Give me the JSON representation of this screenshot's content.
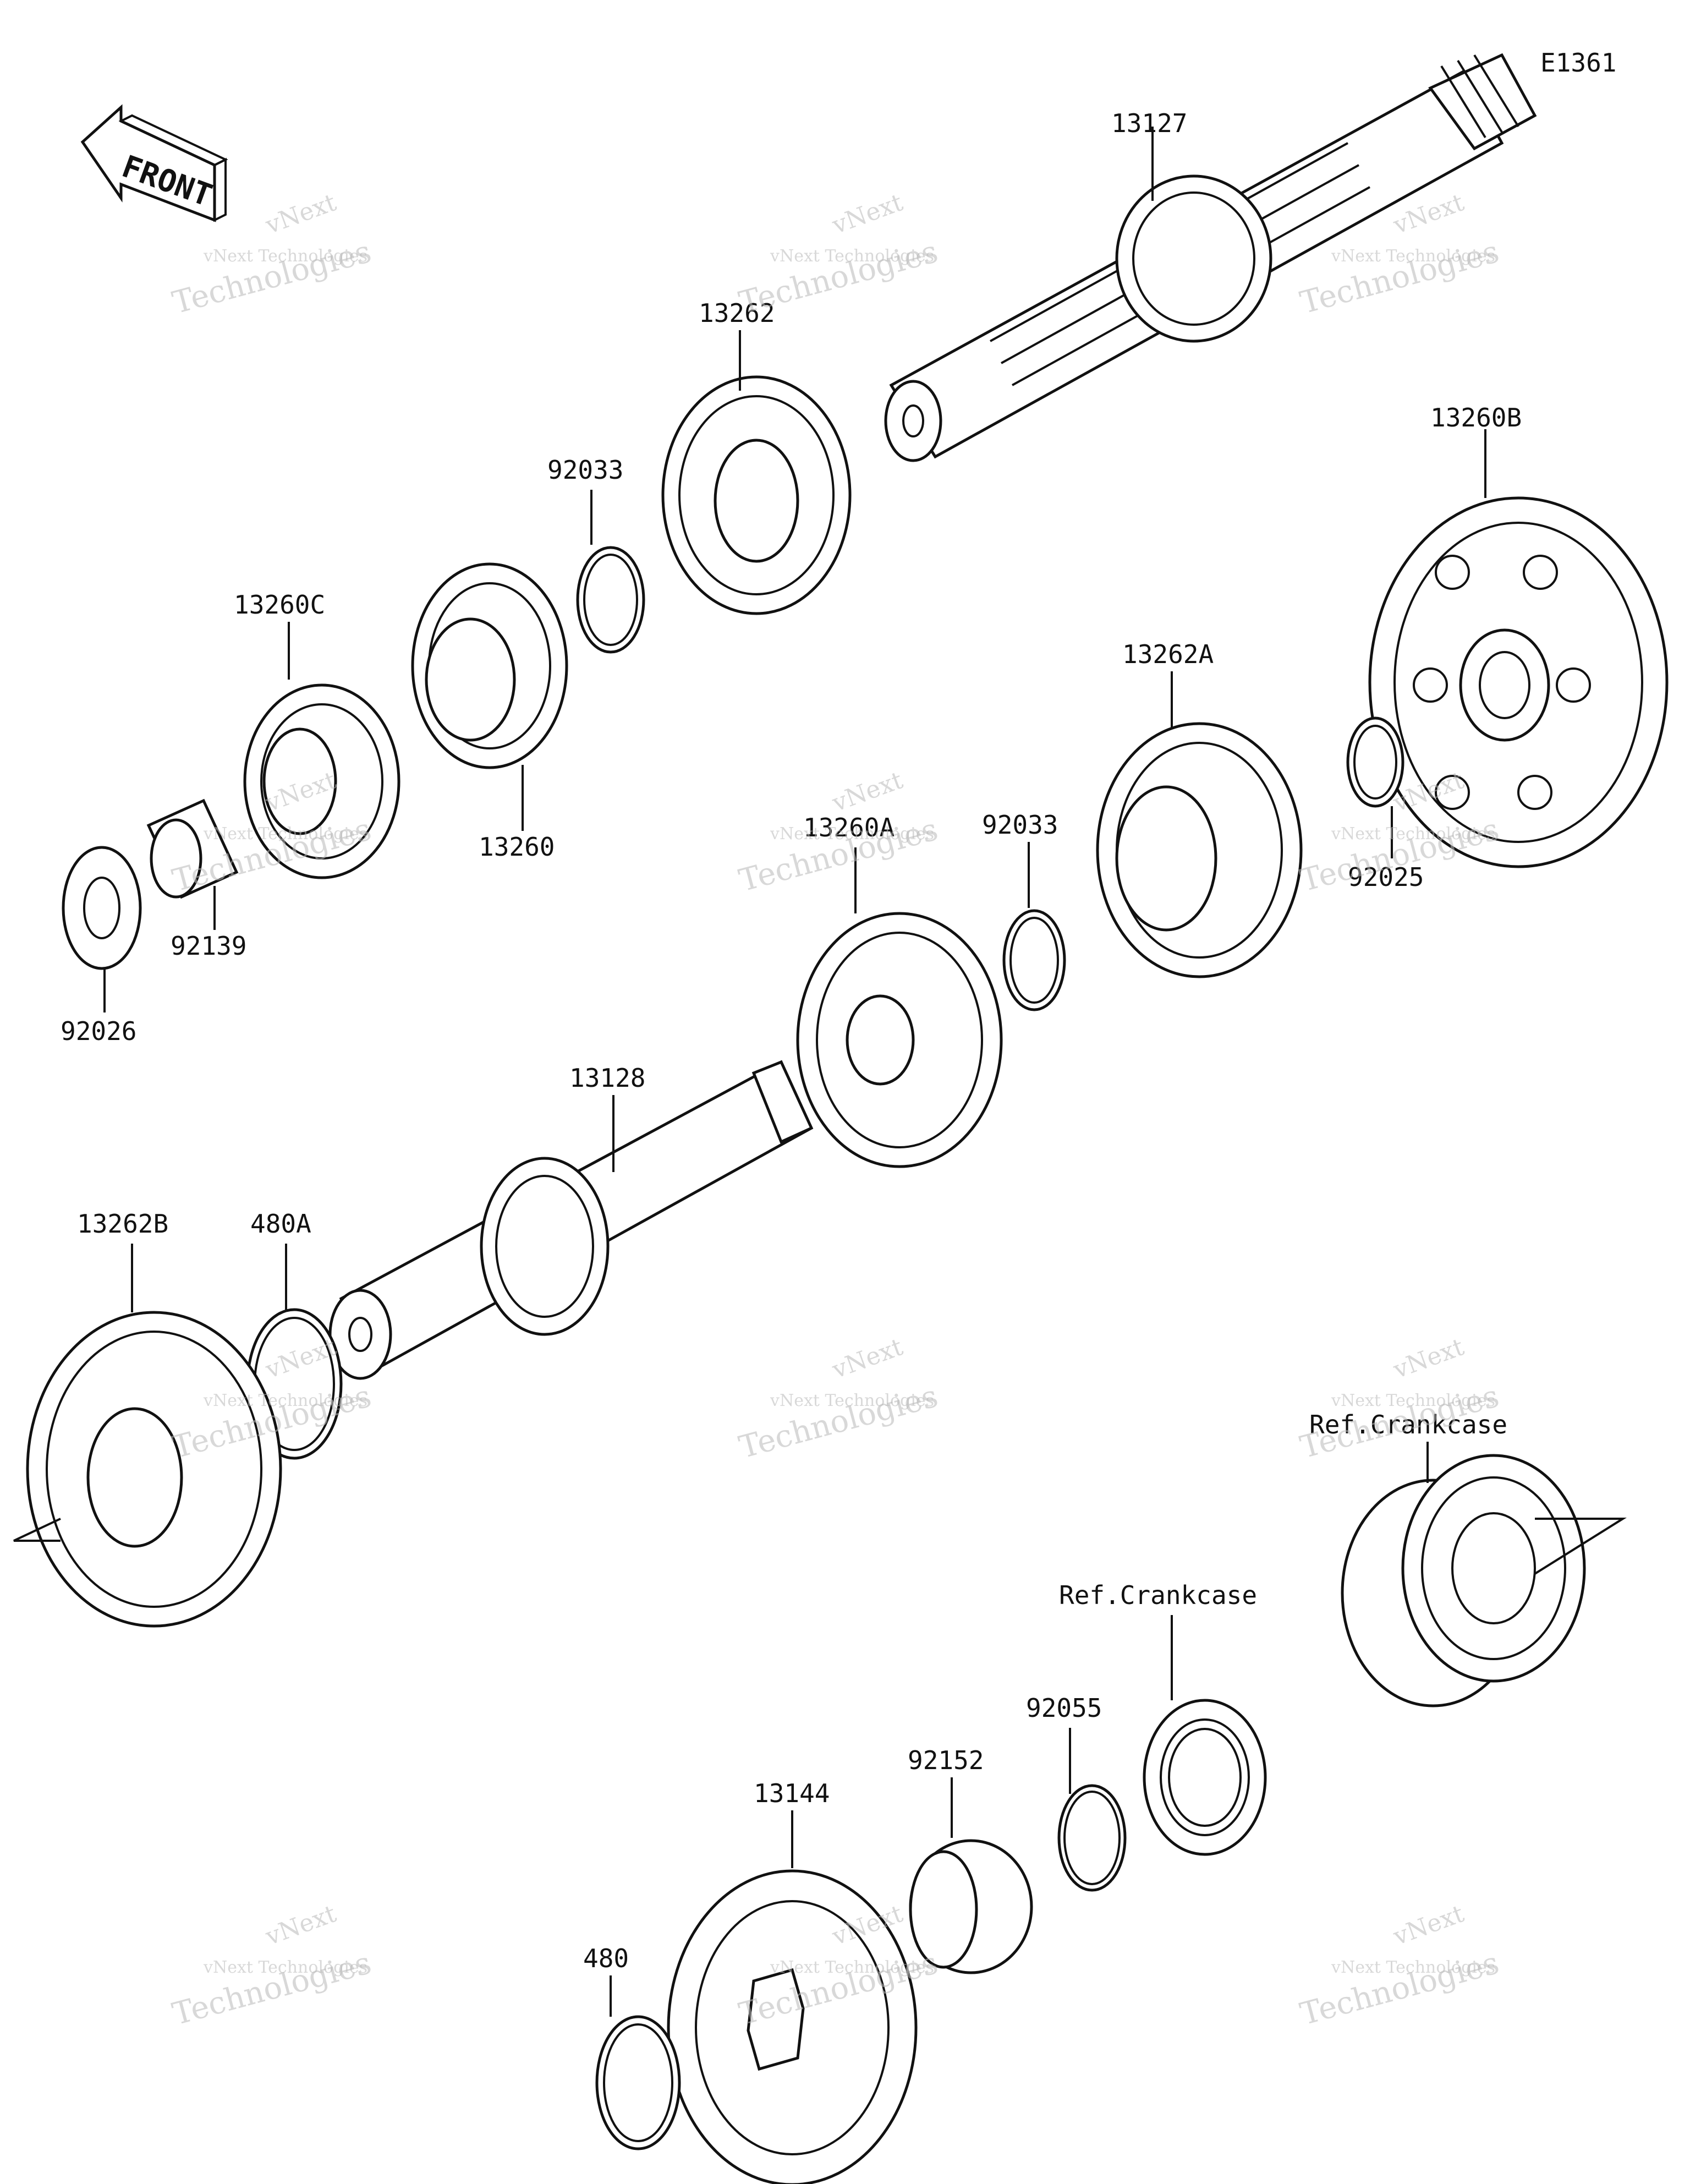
{
  "diagram": {
    "code": "E1361",
    "front_label": "FRONT",
    "parts": {
      "p13127": "13127",
      "p13262": "13262",
      "p92033a": "92033",
      "p13260C": "13260C",
      "p13260": "13260",
      "p92139": "92139",
      "p92026": "92026",
      "p13260B": "13260B",
      "p13262A": "13262A",
      "p13260A": "13260A",
      "p92033b": "92033",
      "p92025": "92025",
      "p13128": "13128",
      "p13262B": "13262B",
      "p480A": "480A",
      "p_ref_crankcase_1": "Ref.Crankcase",
      "p_ref_crankcase_2": "Ref.Crankcase",
      "p92055": "92055",
      "p92152": "92152",
      "p13144": "13144",
      "p480": "480"
    },
    "watermark": {
      "line1": "vNext",
      "line2": "vNext Technologies",
      "line3": "Technologies"
    }
  }
}
